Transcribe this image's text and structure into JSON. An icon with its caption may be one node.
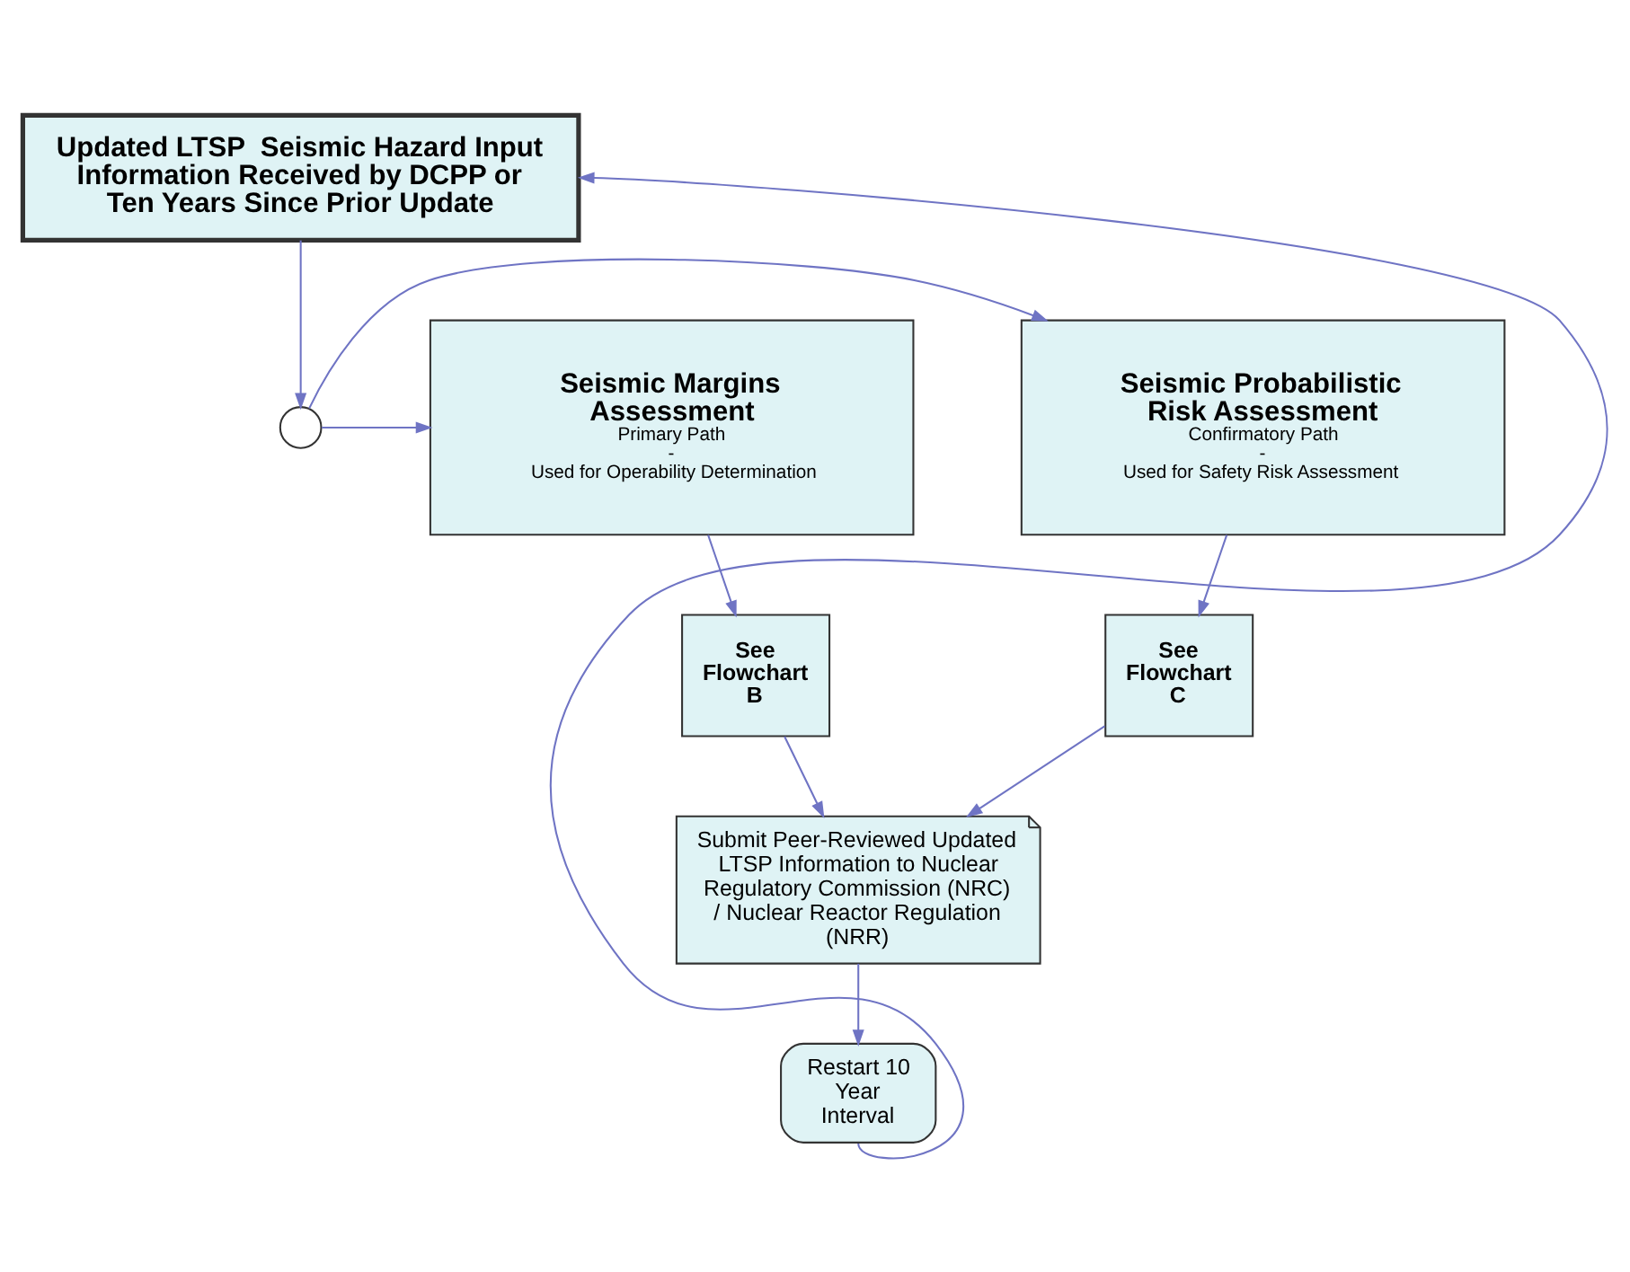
{
  "diagram": {
    "nodes": [
      {
        "text": [
          "Updated LTSP  Seismic Hazard Input Information Received by DCPP or Ten Years Since Prior Update"
        ]
      },
      {
        "text": [],
        "shape": "circle"
      },
      {
        "text": [
          "Seismic Probabilistic Risk Assessment",
          "Confirmatory Path",
          "-",
          "Used for Safety Risk Assessment"
        ]
      },
      {
        "text": [
          "Seismic Margins Assessment",
          "Primary Path",
          "-",
          "Used for Operability Determination"
        ]
      },
      {
        "text": [
          "See Flowchart C"
        ]
      },
      {
        "text": [
          "Submit Peer-Reviewed Updated LTSP Information to Nuclear Regulatory Commission (NRC) / Nuclear Reactor Regulation (NRR)"
        ]
      },
      {
        "text": [
          "See Flowchart B"
        ]
      },
      {
        "text": [
          "Restart 10 Year Interval"
        ]
      }
    ],
    "edges": [
      {
        "from": 0,
        "to": 1,
        "arrow": "to"
      },
      {
        "from": 1,
        "to": 2,
        "arrow": "to"
      },
      {
        "from": 1,
        "to": 3,
        "arrow": "to"
      },
      {
        "from": 2,
        "to": 4,
        "arrow": "to"
      },
      {
        "from": 3,
        "to": 6,
        "arrow": "to"
      },
      {
        "from": 4,
        "to": 5,
        "arrow": "to"
      },
      {
        "from": 6,
        "to": 5,
        "arrow": "to"
      },
      {
        "from": 5,
        "to": 7,
        "arrow": "to"
      },
      {
        "from": 7,
        "to": 0,
        "arrow": "to"
      }
    ]
  }
}
